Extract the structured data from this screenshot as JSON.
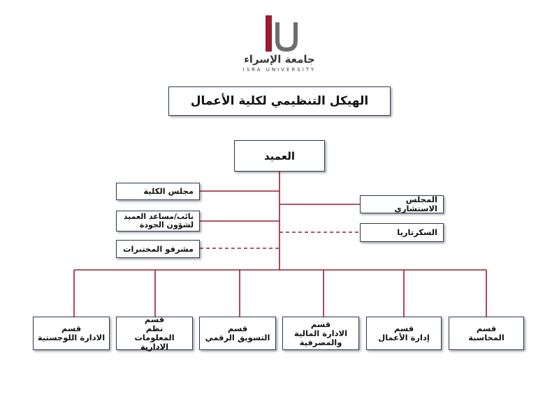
{
  "header": {
    "university_name": "جامعة الإسراء",
    "university_name_en": "ISRA UNIVERSITY",
    "logo_letters": "IU"
  },
  "title": "الهيكل التنظيمي لكلية الأعمال",
  "top": {
    "dean": "العميد"
  },
  "left_units": {
    "college_council": "مجلس الكلية",
    "vice_dean": "نائب/مساعد العميد لشؤون الجودة",
    "lab_supervisors": "مشرفو المختبرات"
  },
  "right_units": {
    "advisory_council": "المجلس الاستشاري",
    "secretariat": "السكرتاريا"
  },
  "departments": [
    {
      "prefix": "قسم",
      "name": "المحاسبة"
    },
    {
      "prefix": "قسم",
      "name": "إدارة الأعمال"
    },
    {
      "prefix": "قسم",
      "name": "الادارة المالية والمصرفية"
    },
    {
      "prefix": "قسم",
      "name": "التسويق الرقمي"
    },
    {
      "prefix": "قسم",
      "name": "نظم المعلومات الادارية"
    },
    {
      "prefix": "قسم",
      "name": "الادارة اللوجستية"
    }
  ],
  "colors": {
    "connector": "#9b1c2e",
    "box_border": "#2b3a55",
    "logo_red": "#9b1c2e",
    "logo_gray": "#6d6e70"
  }
}
